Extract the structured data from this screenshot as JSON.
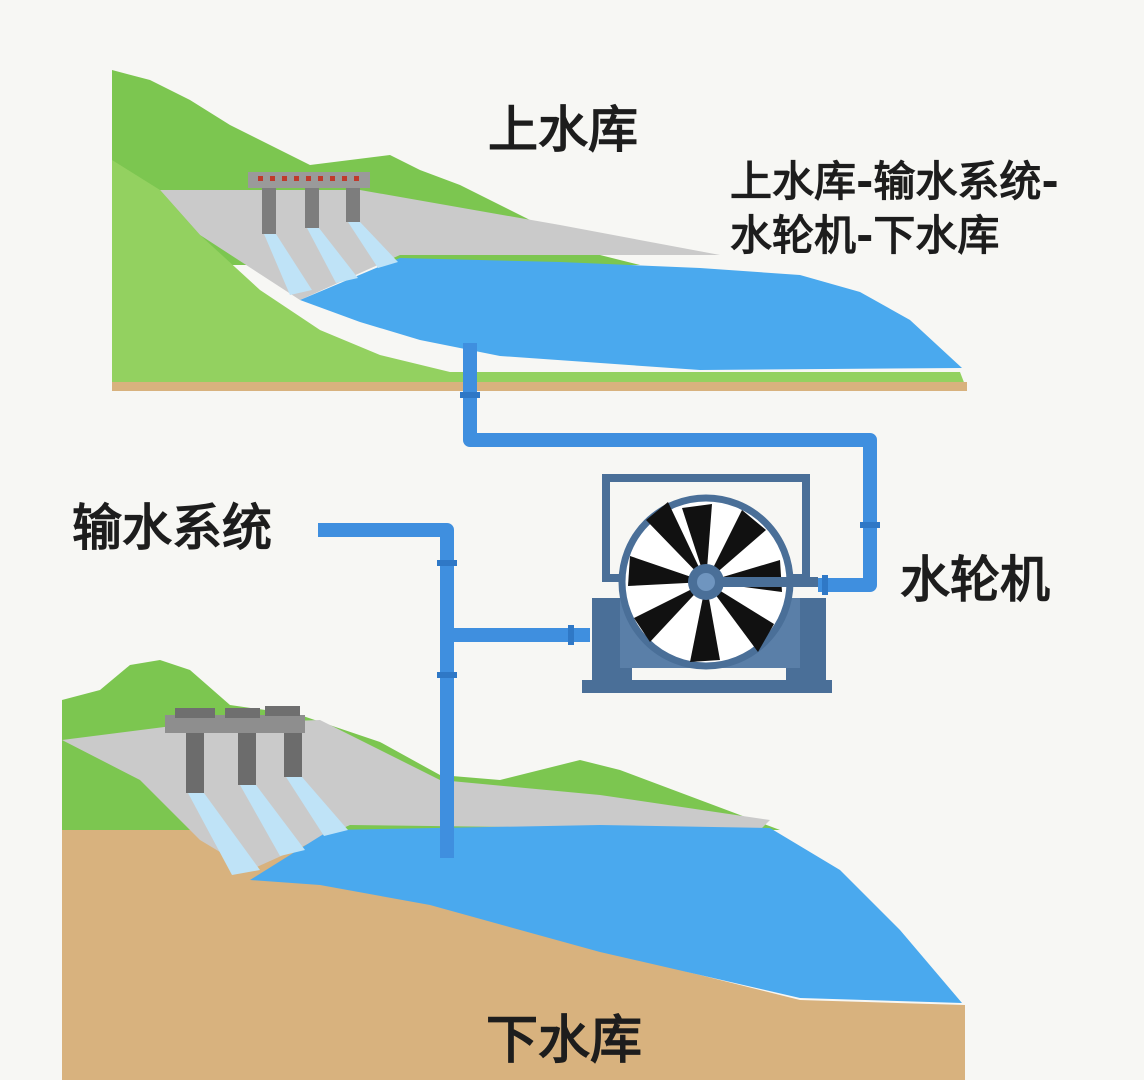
{
  "labels": {
    "upper_reservoir": "上水库",
    "flow_path_line1": "上水库-输水系统-",
    "flow_path_line2": "水轮机-下水库",
    "water_conveyance": "输水系统",
    "turbine": "水轮机",
    "lower_reservoir": "下水库"
  },
  "colors": {
    "background": "#f7f7f4",
    "grass": "#8ccf5a",
    "grass_dark": "#6fbf45",
    "water": "#4aa9ee",
    "water_light": "#bfe3f7",
    "concrete": "#c9c9c9",
    "soil": "#d8b27e",
    "pipe": "#3f8fdf",
    "turbine_frame": "#4a6f98",
    "turbine_blade": "#111111"
  }
}
